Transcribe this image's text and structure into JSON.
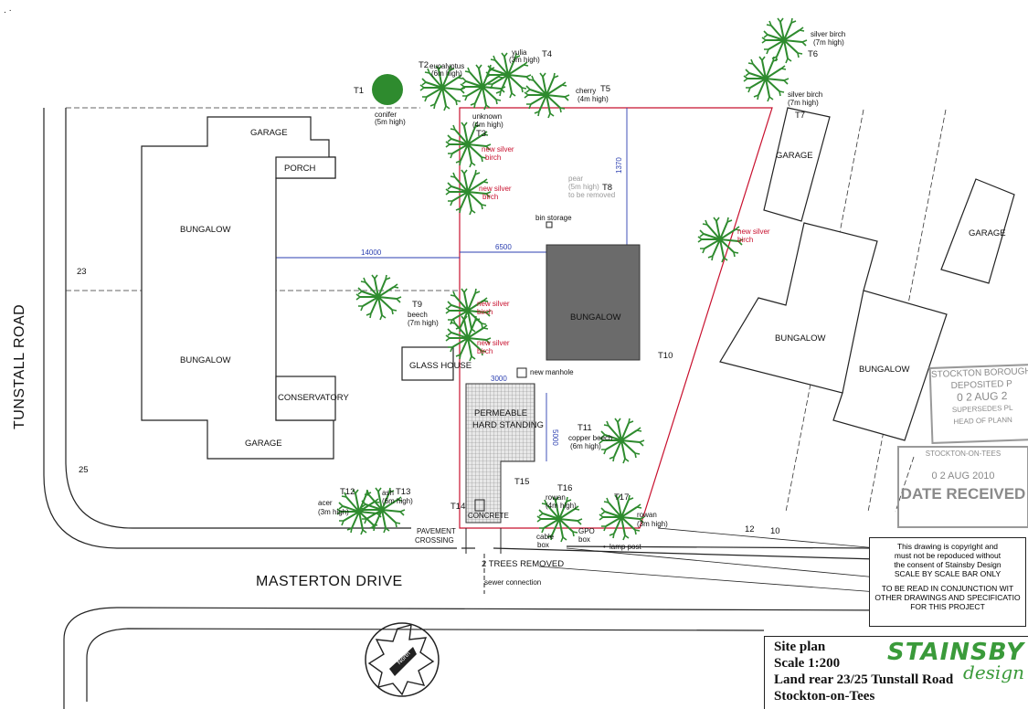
{
  "roads": {
    "tunstall": "TUNSTALL ROAD",
    "masterton": "MASTERTON DRIVE"
  },
  "house_numbers": {
    "n23": "23",
    "n25": "25",
    "n12": "12",
    "n10": "10"
  },
  "buildings": {
    "garage_top": "GARAGE",
    "porch": "PORCH",
    "bungalow_a": "BUNGALOW",
    "bungalow_b": "BUNGALOW",
    "conservatory": "CONSERVATORY",
    "garage_bottom": "GARAGE",
    "glass_house": "GLASS HOUSE",
    "new_bungalow": "BUNGALOW",
    "garage_right1": "GARAGE",
    "garage_right2": "GARAGE",
    "bungalow_right1": "BUNGALOW",
    "bungalow_right2": "BUNGALOW"
  },
  "dimensions": {
    "d14000": "14000",
    "d6500": "6500",
    "d1370": "1370",
    "d3000": "3000",
    "d5000": "5000"
  },
  "trees": {
    "t1": "T1",
    "t1_desc1": "conifer",
    "t1_desc2": "(5m high)",
    "t2": "T2",
    "t2_desc1": "eucalyptus",
    "t2_desc2": "(6m high)",
    "t4": "T4",
    "t4_desc1": "yulia",
    "t4_desc2": "(3m high)",
    "t5": "T5",
    "t5_desc1": "cherry",
    "t5_desc2": "(4m high)",
    "t3": "T3",
    "t3_desc1": "unknown",
    "t3_desc2": "(4m high)",
    "t6": "T6",
    "t6_desc1": "silver birch",
    "t6_desc2": "(7m high)",
    "t7": "T7",
    "t7_desc1": "silver birch",
    "t7_desc2": "(7m high)",
    "t8": "T8",
    "t8_desc1": "pear",
    "t8_desc2": "(5m high)",
    "t8_desc3": "to be removed",
    "t9": "T9",
    "t9_desc1": "beech",
    "t9_desc2": "(7m high)",
    "t10": "T10",
    "t11": "T11",
    "t11_desc1": "copper beech",
    "t11_desc2": "(6m high)",
    "t12": "T12",
    "t12_desc1": "acer",
    "t12_desc2": "(3m high)",
    "t13": "T13",
    "t13_desc1": "ash",
    "t13_desc2": "(6m high)",
    "t14": "T14",
    "t15": "T15",
    "t16": "T16",
    "t16_desc1": "rowan",
    "t16_desc2": "(4m high)",
    "t17": "T17",
    "t17_desc1": "rowan",
    "t17_desc2": "(3m high)",
    "new_silver_1": "new silver",
    "birch": "birch"
  },
  "site": {
    "bin_storage": "bin storage",
    "new_manhole": "new manhole",
    "permeable": "PERMEABLE",
    "hard_standing": "HARD STANDING",
    "concrete": "CONCRETE",
    "pavement": "PAVEMENT",
    "crossing": "CROSSING",
    "cable": "cable",
    "box": "box",
    "gpo": "GPO",
    "lamp_post": "lamp post",
    "trees_removed": "2 TREES REMOVED",
    "sewer": "sewer connection"
  },
  "notes": {
    "line1": "This drawing is copyright and",
    "line2": "must not be repoduced without",
    "line3": "the consent of Stainsby Design",
    "line4": "SCALE BY SCALE BAR ONLY",
    "line5": "TO BE READ IN CONJUNCTION WIT",
    "line6": "OTHER DRAWINGS AND SPECIFICATIO",
    "line7": "FOR THIS PROJECT"
  },
  "title_block": {
    "line1": "Site plan",
    "line2": "Scale 1:200",
    "line3": "Land rear 23/25 Tunstall Road",
    "line4": "Stockton-on-Tees",
    "brand1": "STAINSBY",
    "brand2": "design"
  },
  "stamps": {
    "s1_line1": "STOCKTON BOROUGH",
    "s1_line2": "DEPOSITED P",
    "s1_line3": "0 2 AUG 2",
    "s1_line4": "SUPERSEDES PL",
    "s1_line5": "HEAD OF PLANN",
    "s2_line1": "STOCKTON-ON-TEES",
    "s2_line2": "0 2 AUG 2010",
    "s2_line3": "DATE RECEIVED"
  },
  "north": {
    "label": "North"
  },
  "colors": {
    "boundary": "#c8102e",
    "dimension": "#2b3fb0",
    "tree": "#2e8b2e",
    "new_tree_label": "#c8102e"
  }
}
